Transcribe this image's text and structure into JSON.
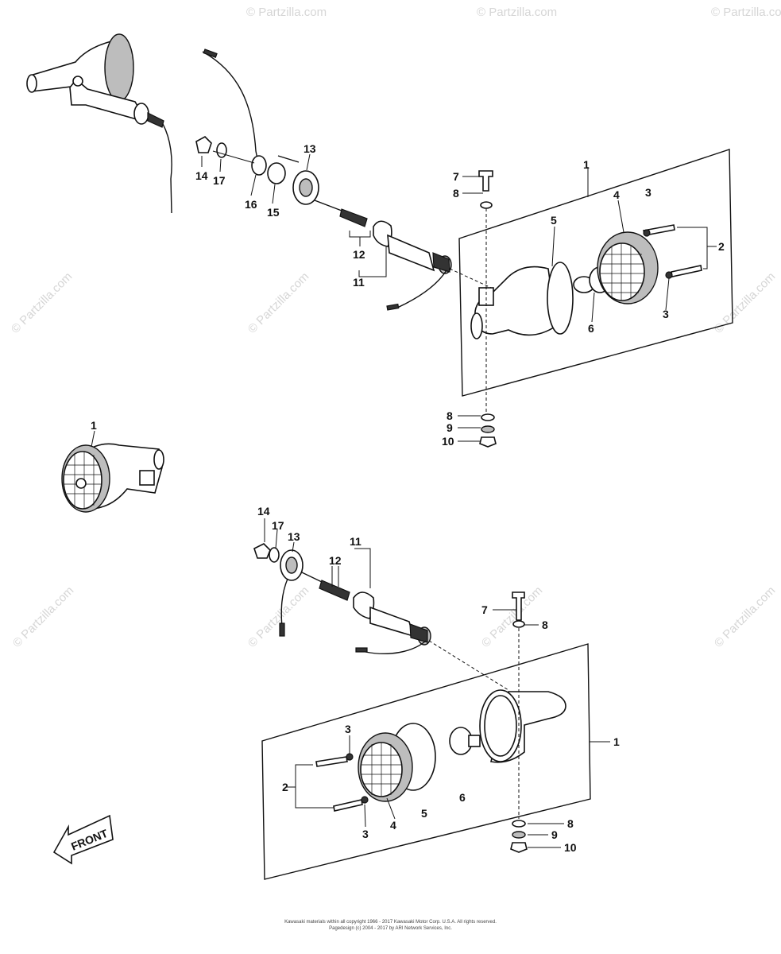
{
  "watermark": "© Partzilla.com",
  "front_label": "FRONT",
  "footer": {
    "line1": "Kawasaki materials within all copyright 1966 - 2017 Kawasaki Motor Corp. U.S.A.  All rights reserved.",
    "line2": "Pagedesign (c) 2004 - 2017 by ARI Network Services, Inc."
  },
  "callouts": {
    "upper": {
      "c1": "1",
      "c2": "2",
      "c3a": "3",
      "c3b": "3",
      "c4": "4",
      "c5": "5",
      "c6": "6",
      "c7": "7",
      "c8a": "8",
      "c8b": "8",
      "c9": "9",
      "c10": "10",
      "c11": "11",
      "c12": "12",
      "c13": "13",
      "c14": "14",
      "c15": "15",
      "c16": "16",
      "c17": "17"
    },
    "middle": {
      "c1": "1"
    },
    "lower": {
      "c1": "1",
      "c2": "2",
      "c3a": "3",
      "c3b": "3",
      "c4": "4",
      "c5": "5",
      "c6": "6",
      "c7": "7",
      "c8a": "8",
      "c8b": "8",
      "c9": "9",
      "c10": "10",
      "c11": "11",
      "c12": "12",
      "c13": "13",
      "c14": "14",
      "c17": "17"
    }
  }
}
